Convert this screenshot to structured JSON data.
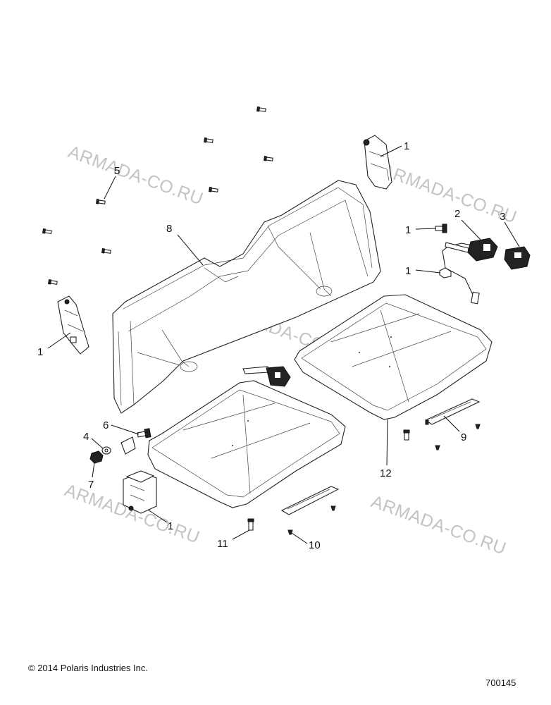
{
  "watermark": "ARMADA-CO.RU",
  "footer": {
    "copyright": "© 2014 Polaris Industries Inc.",
    "diagram_id": "700145"
  },
  "callouts": [
    {
      "id": "c1-top-right",
      "label": "1"
    },
    {
      "id": "c2",
      "label": "2"
    },
    {
      "id": "c3",
      "label": "3"
    },
    {
      "id": "c1-bolt",
      "label": "1"
    },
    {
      "id": "c1-nut",
      "label": "1"
    },
    {
      "id": "c5",
      "label": "5"
    },
    {
      "id": "c8",
      "label": "8"
    },
    {
      "id": "c1-left",
      "label": "1"
    },
    {
      "id": "c6",
      "label": "6"
    },
    {
      "id": "c4",
      "label": "4"
    },
    {
      "id": "c7",
      "label": "7"
    },
    {
      "id": "c1-bottom",
      "label": "1"
    },
    {
      "id": "c9",
      "label": "9"
    },
    {
      "id": "c12",
      "label": "12"
    },
    {
      "id": "c11",
      "label": "11"
    },
    {
      "id": "c10",
      "label": "10"
    }
  ]
}
